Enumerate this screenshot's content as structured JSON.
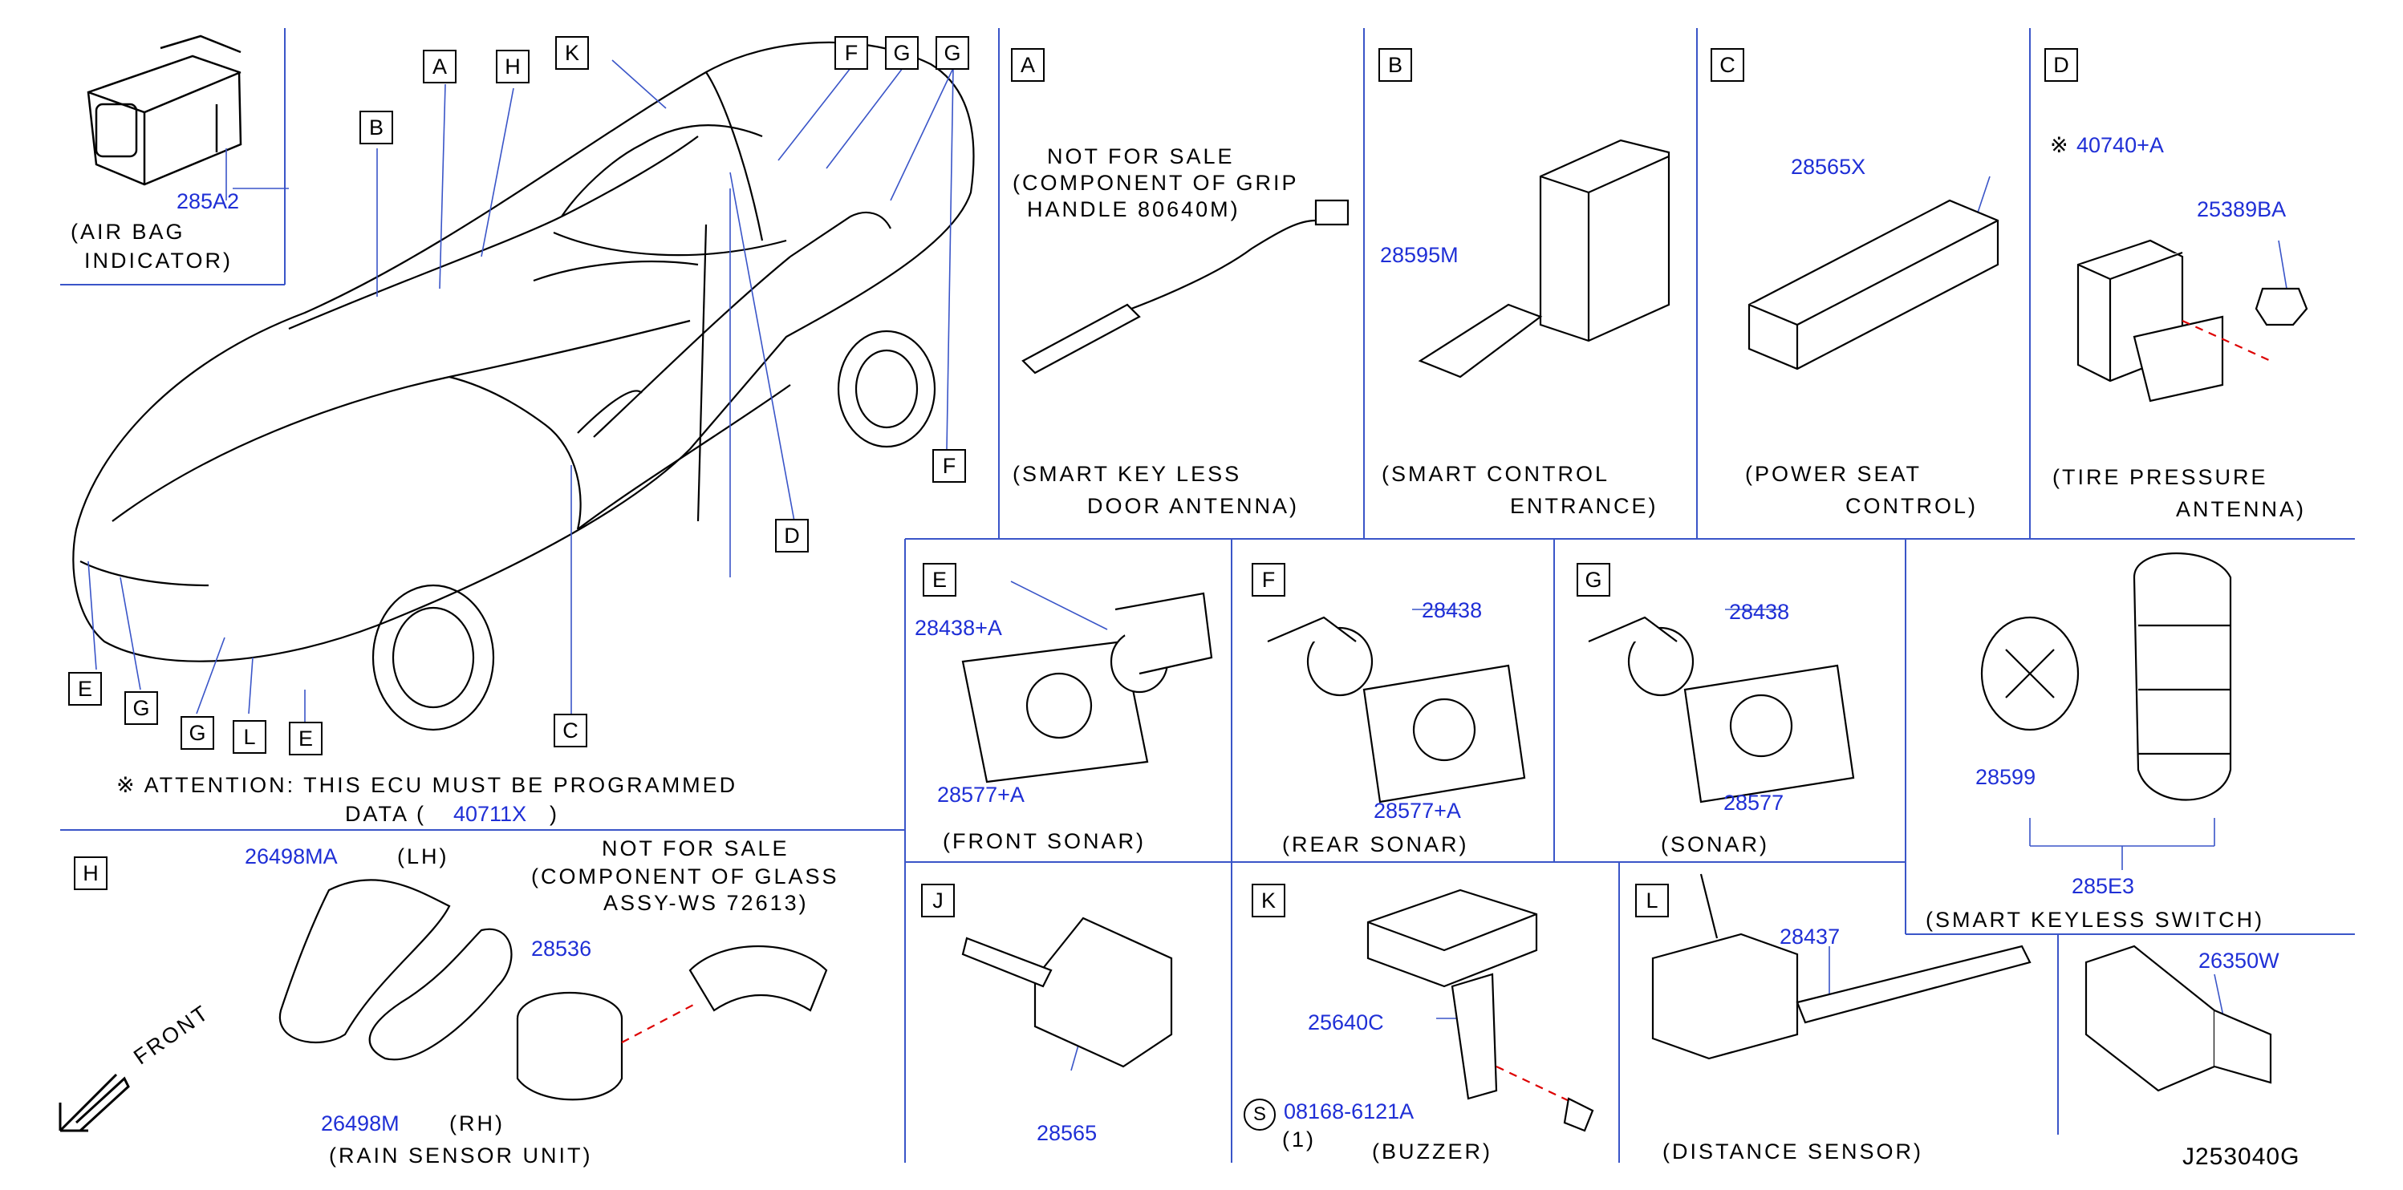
{
  "legend": {
    "airbag_part": "285A2",
    "airbag_label_1": "(AIR   BAG",
    "airbag_label_2": "INDICATOR)",
    "attention_1": "※ ATTENTION:   THIS   ECU   MUST   BE   PROGRAMMED",
    "attention_2a": "DATA   (",
    "attention_part": "40711X",
    "attention_2b": ")",
    "front": "FRONT"
  },
  "callouts": [
    "A",
    "H",
    "K",
    "F",
    "G",
    "G",
    "B",
    "F",
    "D",
    "E",
    "G",
    "G",
    "L",
    "E",
    "C"
  ],
  "panels": {
    "A": {
      "letter": "A",
      "note_1": "NOT   FOR   SALE",
      "note_2": "(COMPONENT   OF   GRIP",
      "note_3": "HANDLE   80640M)",
      "caption_1": "(SMART   KEY   LESS",
      "caption_2": "DOOR   ANTENNA)"
    },
    "B": {
      "letter": "B",
      "part": "28595M",
      "caption_1": "(SMART   CONTROL",
      "caption_2": "ENTRANCE)"
    },
    "C": {
      "letter": "C",
      "part": "28565X",
      "caption_1": "(POWER   SEAT",
      "caption_2": "CONTROL)"
    },
    "D": {
      "letter": "D",
      "part_1": "40740+A",
      "part_2": "25389BA",
      "caption_1": "(TIRE   PRESSURE",
      "caption_2": "ANTENNA)"
    },
    "E": {
      "letter": "E",
      "part_1": "28438+A",
      "part_2": "28577+A",
      "caption": "(FRONT   SONAR)"
    },
    "F": {
      "letter": "F",
      "part_1": "28438",
      "part_2": "28577+A",
      "caption": "(REAR   SONAR)"
    },
    "G": {
      "letter": "G",
      "part_1": "28438",
      "part_2": "28577",
      "caption": "(SONAR)"
    },
    "SK": {
      "part_1": "28599",
      "part_2": "285E3",
      "caption": "(SMART   KEYLESS   SWITCH)"
    },
    "H": {
      "letter": "H",
      "part_1": "26498MA",
      "lh": "(LH)",
      "part_2": "26498M",
      "rh": "(RH)",
      "part_3": "28536",
      "note_1": "NOT   FOR   SALE",
      "note_2": "(COMPONENT   OF   GLASS",
      "note_3": "ASSY-WS   72613)",
      "caption": "(RAIN   SENSOR   UNIT)"
    },
    "J": {
      "letter": "J",
      "part": "28565"
    },
    "K": {
      "letter": "K",
      "part_1": "25640C",
      "bolt_symbol": "S",
      "part_2": "08168-6121A",
      "qty": "(1)",
      "caption": "(BUZZER)"
    },
    "L": {
      "letter": "L",
      "part": "28437",
      "caption": "(DISTANCE   SENSOR)"
    },
    "M": {
      "part": "26350W"
    }
  },
  "diagram_id": "J253040G"
}
